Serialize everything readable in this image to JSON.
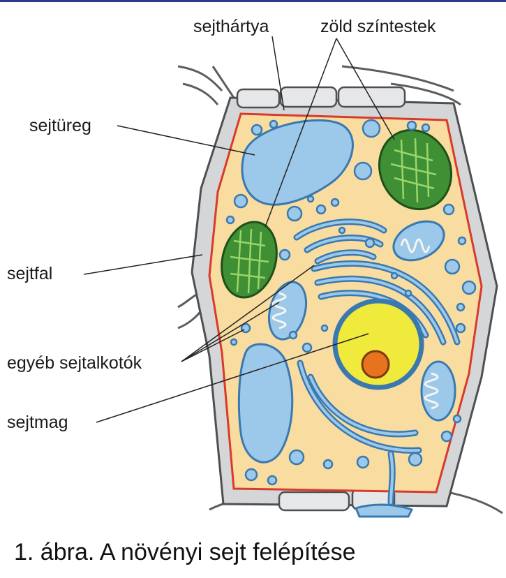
{
  "labels": {
    "membrane": "sejthártya",
    "chloroplasts": "zöld színtestek",
    "vacuole": "sejtüreg",
    "wall": "sejtfal",
    "organelles": "egyéb sejtalkotók",
    "nucleus": "sejtmag"
  },
  "caption": "1. ábra. A növényi sejt felépítése",
  "colors": {
    "cytoplasm": "#f8dca0",
    "membrane": "#d93a2b",
    "wall": "#d4d6d8",
    "vacuole": "#9cc8ea",
    "chloroplast": "#3f8f35",
    "nucleus": "#f0ea3c",
    "nucleolus": "#e8731e",
    "organelle_stroke": "#3a79b0"
  }
}
